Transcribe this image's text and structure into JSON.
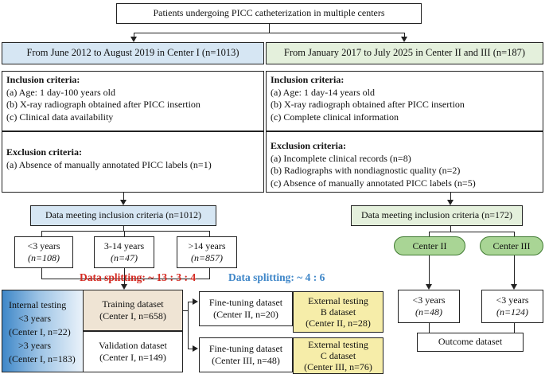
{
  "top": {
    "title": "Patients undergoing PICC catheterization in multiple centers"
  },
  "center1": {
    "header": "From June 2012 to August 2019 in Center I (n=1013)",
    "inclusion_title": "Inclusion criteria:",
    "inclusion": [
      "(a) Age: 1 day-100 years old",
      "(b) X-ray radiograph obtained after PICC insertion",
      "(c) Clinical data availability"
    ],
    "exclusion_title": "Exclusion criteria:",
    "exclusion": [
      "(a) Absence of manually annotated  PICC labels (n=1)"
    ],
    "meeting": "Data meeting inclusion criteria (n=1012)",
    "ages": [
      {
        "label": "<3 years",
        "n": "(n=108)"
      },
      {
        "label": "3-14 years",
        "n": "(n=47)"
      },
      {
        "label": ">14 years",
        "n": "(n=857)"
      }
    ],
    "split_label": "Data splitting: ~ 13 : 3 : 4",
    "internal": [
      "Internal testing",
      "<3 years",
      "(Center I, n=22)",
      ">3 years",
      "(Center I, n=183)"
    ],
    "training": [
      "Training dataset",
      "(Center I, n=658)"
    ],
    "validation": [
      "Validation dataset",
      "(Center I, n=149)"
    ]
  },
  "center23": {
    "header": "From January 2017 to July 2025 in Center II and III (n=187)",
    "inclusion_title": "Inclusion criteria:",
    "inclusion": [
      "(a) Age: 1 day-14 years old",
      "(b) X-ray radiograph obtained after PICC insertion",
      "(c) Complete clinical information"
    ],
    "exclusion_title": "Exclusion criteria:",
    "exclusion": [
      "(a) Incomplete clinical records (n=8)",
      "(b) Radiographs with nondiagnostic quality (n=2)",
      "(c) Absence of manually annotated PICC labels (n=5)"
    ],
    "meeting": "Data meeting inclusion criteria (n=172)",
    "center2": "Center II",
    "center3": "Center III",
    "age2": [
      "<3 years",
      "(n=48)"
    ],
    "age3": [
      "<3 years",
      "(n=124)"
    ],
    "outcome": "Outcome dataset",
    "split_label": "Data splitting: ~ 4 : 6",
    "finetune2": [
      "Fine-tuning dataset",
      "(Center II, n=20)"
    ],
    "extB": [
      "External testing",
      "B dataset",
      "(Center II, n=28)"
    ],
    "finetune3": [
      "Fine-tuning dataset",
      "(Center III, n=48)"
    ],
    "extC": [
      "External testing",
      "C dataset",
      "(Center III, n=76)"
    ]
  },
  "colors": {
    "split_red": "#d42a22",
    "split_blue": "#3e86c8",
    "pill_green": "#a9d595",
    "header_blue": "#d6e6f3",
    "header_green": "#e4f0dc"
  }
}
